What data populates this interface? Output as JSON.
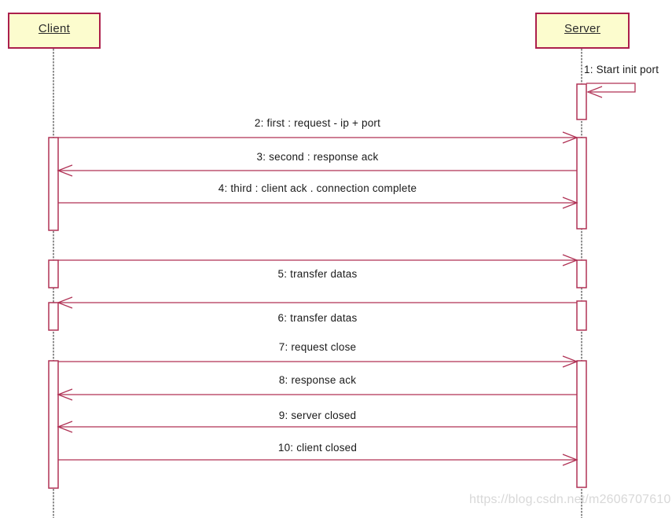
{
  "diagram": {
    "type": "uml-sequence-diagram",
    "actors": [
      {
        "id": "client",
        "label": "Client"
      },
      {
        "id": "server",
        "label": "Server"
      }
    ],
    "messages": [
      {
        "num": 1,
        "label": "1: Start init port",
        "from": "server",
        "to": "server",
        "kind": "self"
      },
      {
        "num": 2,
        "label": "2: first : request - ip + port",
        "from": "client",
        "to": "server",
        "kind": "call"
      },
      {
        "num": 3,
        "label": "3: second : response ack",
        "from": "server",
        "to": "client",
        "kind": "call"
      },
      {
        "num": 4,
        "label": "4: third : client ack . connection complete",
        "from": "client",
        "to": "server",
        "kind": "call"
      },
      {
        "num": 5,
        "label": "5: transfer datas",
        "from": "client",
        "to": "server",
        "kind": "call"
      },
      {
        "num": 6,
        "label": "6: transfer datas",
        "from": "server",
        "to": "client",
        "kind": "call"
      },
      {
        "num": 7,
        "label": "7: request close",
        "from": "client",
        "to": "server",
        "kind": "call"
      },
      {
        "num": 8,
        "label": "8: response ack",
        "from": "server",
        "to": "client",
        "kind": "call"
      },
      {
        "num": 9,
        "label": "9: server closed",
        "from": "server",
        "to": "client",
        "kind": "call"
      },
      {
        "num": 10,
        "label": "10: client closed",
        "from": "client",
        "to": "server",
        "kind": "call"
      }
    ],
    "watermark": "https://blog.csdn.net/m2606707610",
    "colors": {
      "actor_fill": "#FCFCCE",
      "actor_border": "#AC1F4C",
      "message_line": "#B03255",
      "lifeline": "#8F8F8F",
      "label_text": "#1A1A1A",
      "watermark_text": "#D8D8D8"
    }
  }
}
